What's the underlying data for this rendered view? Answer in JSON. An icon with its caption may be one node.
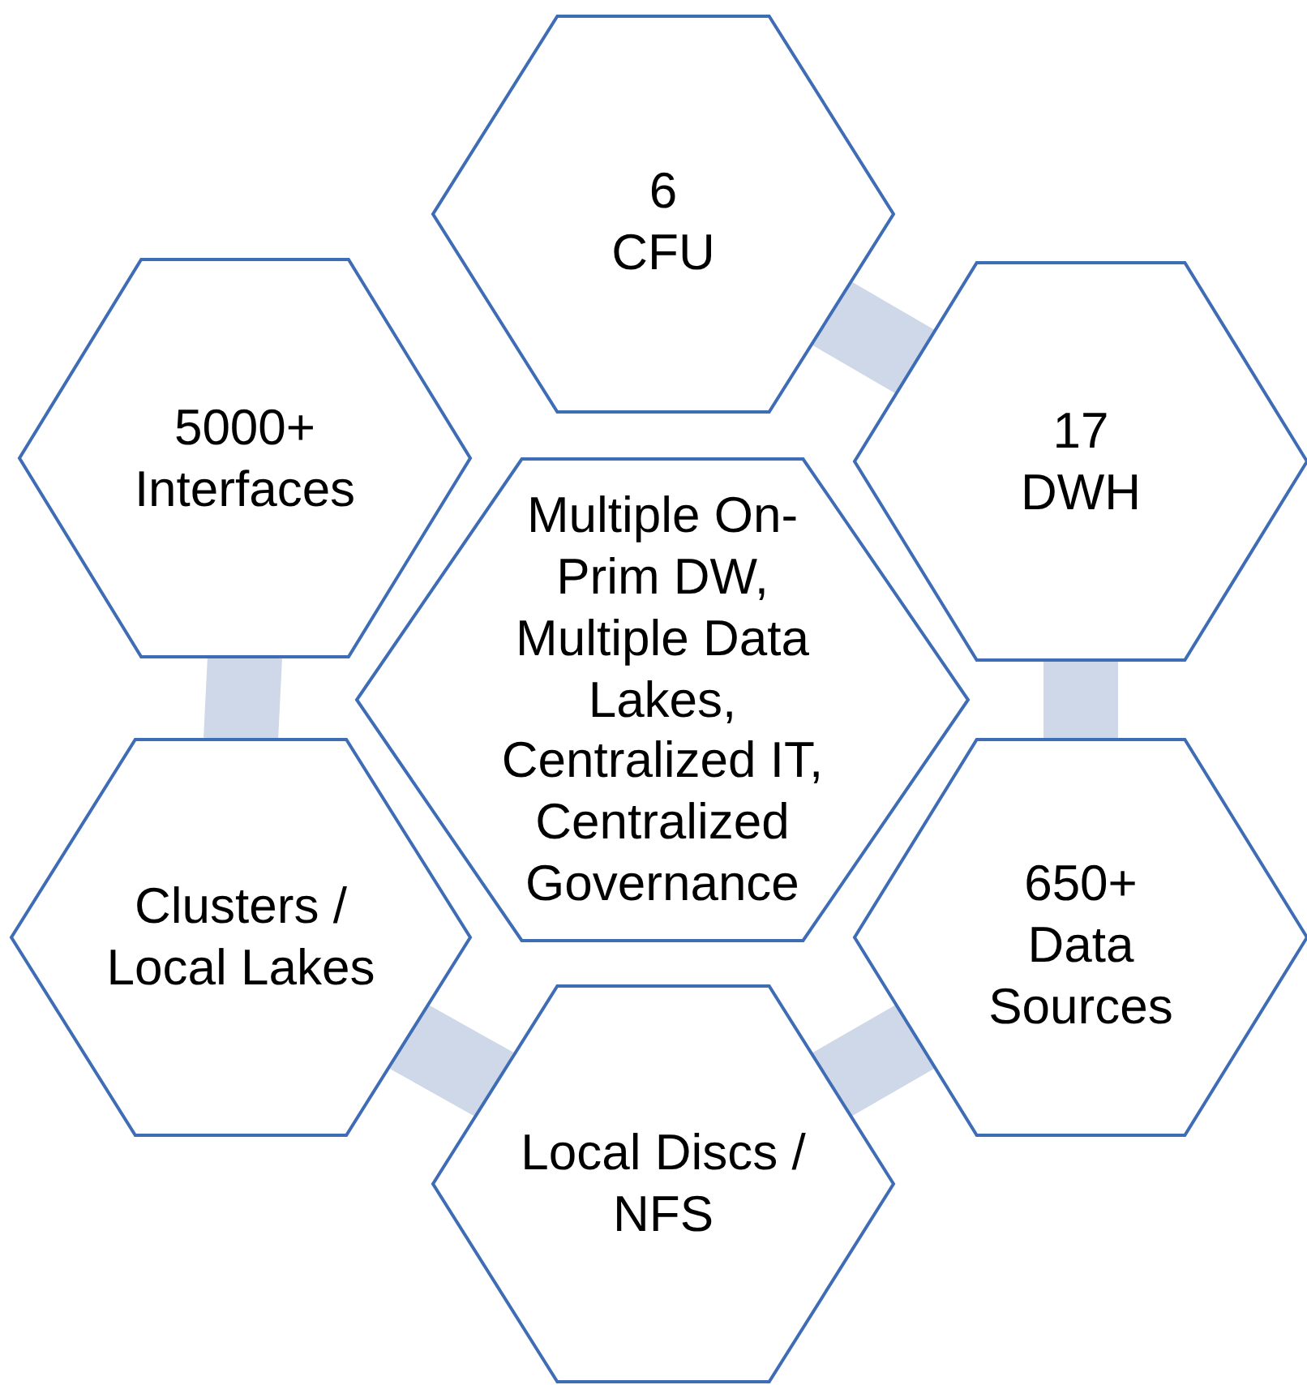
{
  "diagram": {
    "nodes": [
      {
        "text": [
          "6",
          "CFU"
        ]
      },
      {
        "text": [
          "5000+",
          "Interfaces"
        ]
      },
      {
        "text": [
          "17",
          "DWH"
        ]
      },
      {
        "text": [
          "Multiple On-Prim DW, Multiple Data Lakes, Centralized IT, Centralized Governance"
        ]
      },
      {
        "text": [
          "Clusters / Local Lakes"
        ]
      },
      {
        "text": [
          "650+",
          "Data Sources"
        ]
      },
      {
        "text": [
          "Local Discs / NFS"
        ]
      }
    ],
    "edges": [
      {
        "from": 0,
        "to": 2,
        "arrow": "none"
      },
      {
        "from": 2,
        "to": 5,
        "arrow": "none"
      },
      {
        "from": 5,
        "to": 6,
        "arrow": "none"
      },
      {
        "from": 6,
        "to": 4,
        "arrow": "none"
      },
      {
        "from": 4,
        "to": 1,
        "arrow": "none"
      }
    ]
  }
}
